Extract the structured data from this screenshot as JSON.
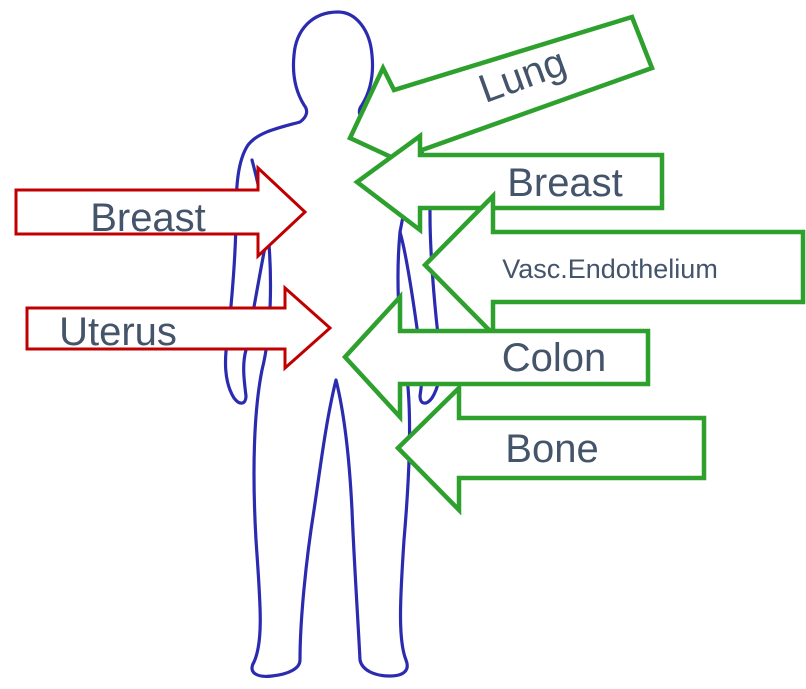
{
  "colors": {
    "body_outline": "#2b2bb0",
    "red_arrow": "#c00000",
    "green_arrow": "#2ea02e",
    "label_text": "#44546a"
  },
  "labels": {
    "breast_left": "Breast",
    "uterus": "Uterus",
    "lung": "Lung",
    "breast_right": "Breast",
    "vasc_endothelium": "Vasc.Endothelium",
    "colon": "Colon",
    "bone": "Bone"
  }
}
